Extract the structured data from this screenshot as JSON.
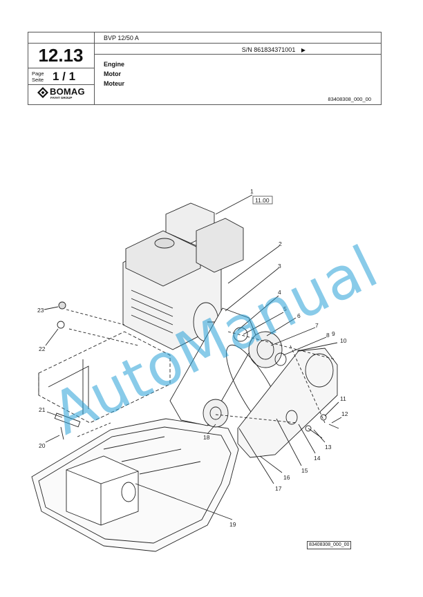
{
  "header": {
    "section_number": "12.13",
    "page_label_en": "Page",
    "page_label_de": "Seite",
    "page_number": "1 / 1",
    "brand": "BOMAG",
    "brand_sub": "FAYAT GROUP",
    "model": "BVP 12/50 A",
    "serial": "S/N 861834371001",
    "serial_arrow": "▶",
    "title_en": "Engine",
    "title_de": "Motor",
    "title_fr": "Moteur",
    "drawing_id": "83408308_000_00"
  },
  "diagram": {
    "reference_box": "11.00",
    "callouts": [
      "1",
      "2",
      "3",
      "4",
      "5",
      "6",
      "7",
      "8",
      "9",
      "10",
      "11",
      "12",
      "13",
      "14",
      "15",
      "16",
      "17",
      "18",
      "19",
      "20",
      "21",
      "22",
      "23"
    ],
    "footer_id": "83408308_000_00"
  },
  "watermark": "AutoManual"
}
